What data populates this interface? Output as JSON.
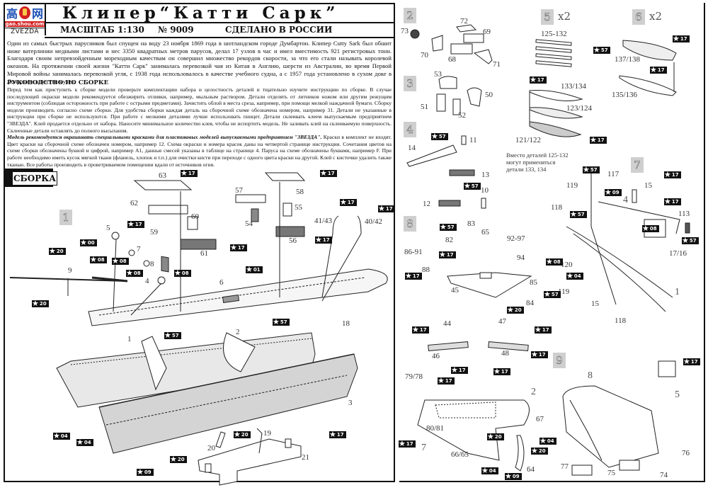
{
  "header": {
    "logo_watermark": [
      "高",
      "网"
    ],
    "logo_url": "gao.shou.com",
    "logo_brand": "ZVEZDA",
    "title": "Клипер“Катти Сарк”",
    "scale": "МАСШТАБ 1:130",
    "kit_number": "№ 9009",
    "made_in": "СДЕЛАНО В РОССИИ"
  },
  "intro_text": "Один из самых быстрых парусников был спущен на воду 23 ноября 1869 года в шотландском городе Думбартон. Клипер Cutty Sark был обшит ниже ватерлинии медными листами и нес 3350 квадратных метров парусов, делал 17 узлов в час и имел вместимость 921 регистровых тонн. Благодаря своим непревзойденным мореходным качествам он совершил множество рекордов скорости, за что его стали называть королевой океанов. На протяжении своей жизни \"Катти Сарк\" занималась перевозкой чая из Китая в Англию, шерсти из Австралии, во время Первой Мировой войны занималась перевозкой угля, с 1938 года использовалось в качестве учебного судна, а с 1957 года установлено в сухом доке в Лондоне в качестве музея.",
  "guide": {
    "title": "РУКОВОДСТВО ПО СБОРКЕ",
    "p1": "Перед тем как приступить к сборке модели проверьте комплектацию набора и целостность деталей и тщательно изучите инструкцию по сборке. В случае последующей окраски модели рекомендуется обезжирить отливки, например, мыльным раствором. Детали отделять от литников ножом или другим режущим инструментом (соблюдая осторожность при работе с острыми предметами). Зачистить облой в места среза, например, при помощи мелкой наждачной бумаги. Сборку модели производить согласно схеме сборки. Для удобства сборки каждая деталь на сборочной схеме обозначена номером, например 31. Детали не указанные в инструкции при сборке не используются. При работе с мелкими деталями лучше использовать пинцет. Детали склеивать клеем выпускаемым предприятием \"ЗВЕЗДА\". Клей продается отдельно от набора. Наносите минимальное количество клея, чтобы не испортить модель. Не заливать клей на склеиваемую поверхность. Склеенные детали оставлять до полного высыхания.",
    "p2_emph": "Модель рекомендуется окрашивать специальными красками для пластиковых моделей выпускаемыми предприятием \"ЗВЕЗДА\".",
    "p2": " Краски в комплект не входят. Цвет краски на сборочной схеме обозначен номером, например 12. Схема окраски и номера красок даны на четвертой странице инструкции. Сочетания цветов на схеме сборки обозначены буквой и цифрой, например A1, данные смесей указаны в таблице на странице 4. Паруса на схеме обозначены буквами, например F. При работе необходимо иметь кусок мягкой ткани (фланель, хлопок и т.п.) для очистки кисти при переходе с одного цвета краски на другой. Клей с кисточки удалить также тканью. Все работы производить в проветриваемом помещении вдали от источников огня."
  },
  "assembly_label": "СБОРКА",
  "steps": [
    {
      "id": "step-1",
      "label": "1"
    },
    {
      "id": "step-2",
      "label": "2"
    },
    {
      "id": "step-3",
      "label": "3"
    },
    {
      "id": "step-4",
      "label": "4"
    },
    {
      "id": "step-5",
      "label": "5",
      "mult": "x2"
    },
    {
      "id": "step-6",
      "label": "6",
      "mult": "x2"
    },
    {
      "id": "step-7",
      "label": "7"
    },
    {
      "id": "step-8",
      "label": "8"
    },
    {
      "id": "step-9",
      "label": "9"
    }
  ],
  "note_step5": [
    "Вместо деталей 125-132",
    "могут применяться",
    "детали 133, 134"
  ],
  "parts_left": [
    {
      "t": "63"
    },
    {
      "t": "62"
    },
    {
      "t": "60"
    },
    {
      "t": "59"
    },
    {
      "t": "61"
    },
    {
      "t": "57"
    },
    {
      "t": "58"
    },
    {
      "t": "55"
    },
    {
      "t": "54"
    },
    {
      "t": "56"
    },
    {
      "t": "41/43"
    },
    {
      "t": "40/42"
    },
    {
      "t": "5"
    },
    {
      "t": "7"
    },
    {
      "t": "8"
    },
    {
      "t": "9"
    },
    {
      "t": "4"
    },
    {
      "t": "6"
    },
    {
      "t": "18"
    },
    {
      "t": "1"
    },
    {
      "t": "2"
    },
    {
      "t": "3"
    },
    {
      "t": "19"
    },
    {
      "t": "20"
    },
    {
      "t": "21"
    }
  ],
  "parts_right": [
    {
      "t": "73"
    },
    {
      "t": "72"
    },
    {
      "t": "69"
    },
    {
      "t": "70"
    },
    {
      "t": "68"
    },
    {
      "t": "71"
    },
    {
      "t": "53"
    },
    {
      "t": "50"
    },
    {
      "t": "51"
    },
    {
      "t": "52"
    },
    {
      "t": "125-132"
    },
    {
      "t": "133/134"
    },
    {
      "t": "123/124"
    },
    {
      "t": "121/122"
    },
    {
      "t": "137/138"
    },
    {
      "t": "135/136"
    },
    {
      "t": "11"
    },
    {
      "t": "14"
    },
    {
      "t": "13"
    },
    {
      "t": "10"
    },
    {
      "t": "12"
    },
    {
      "t": "117"
    },
    {
      "t": "119"
    },
    {
      "t": "118"
    },
    {
      "t": "15"
    },
    {
      "t": "4"
    },
    {
      "t": "113"
    },
    {
      "t": "17/16"
    },
    {
      "t": "120"
    },
    {
      "t": "1"
    },
    {
      "t": "83"
    },
    {
      "t": "82"
    },
    {
      "t": "65"
    },
    {
      "t": "92-97"
    },
    {
      "t": "86-91"
    },
    {
      "t": "94"
    },
    {
      "t": "88"
    },
    {
      "t": "45"
    },
    {
      "t": "85"
    },
    {
      "t": "84"
    },
    {
      "t": "119"
    },
    {
      "t": "15"
    },
    {
      "t": "118"
    },
    {
      "t": "44"
    },
    {
      "t": "47"
    },
    {
      "t": "46"
    },
    {
      "t": "48"
    },
    {
      "t": "79/78"
    },
    {
      "t": "2"
    },
    {
      "t": "80/81"
    },
    {
      "t": "67"
    },
    {
      "t": "7"
    },
    {
      "t": "66/65"
    },
    {
      "t": "64"
    },
    {
      "t": "8"
    },
    {
      "t": "5"
    },
    {
      "t": "77"
    },
    {
      "t": "76"
    },
    {
      "t": "75"
    },
    {
      "t": "74"
    }
  ],
  "paint_tags_left": [
    "17",
    "17",
    "17",
    "17",
    "17",
    "17",
    "17",
    "00",
    "08",
    "08",
    "08",
    "08",
    "20",
    "20",
    "01",
    "57",
    "04",
    "04",
    "09",
    "20",
    "17",
    "20",
    "57"
  ],
  "paint_tags_right": [
    "57",
    "17",
    "17",
    "17",
    "17",
    "57",
    "57",
    "17",
    "57",
    "09",
    "17",
    "57",
    "57",
    "17",
    "57",
    "08",
    "17",
    "08",
    "57",
    "20",
    "04",
    "17",
    "17",
    "17",
    "17",
    "17",
    "17",
    "20",
    "04",
    "17",
    "20",
    "04",
    "09",
    "17"
  ]
}
